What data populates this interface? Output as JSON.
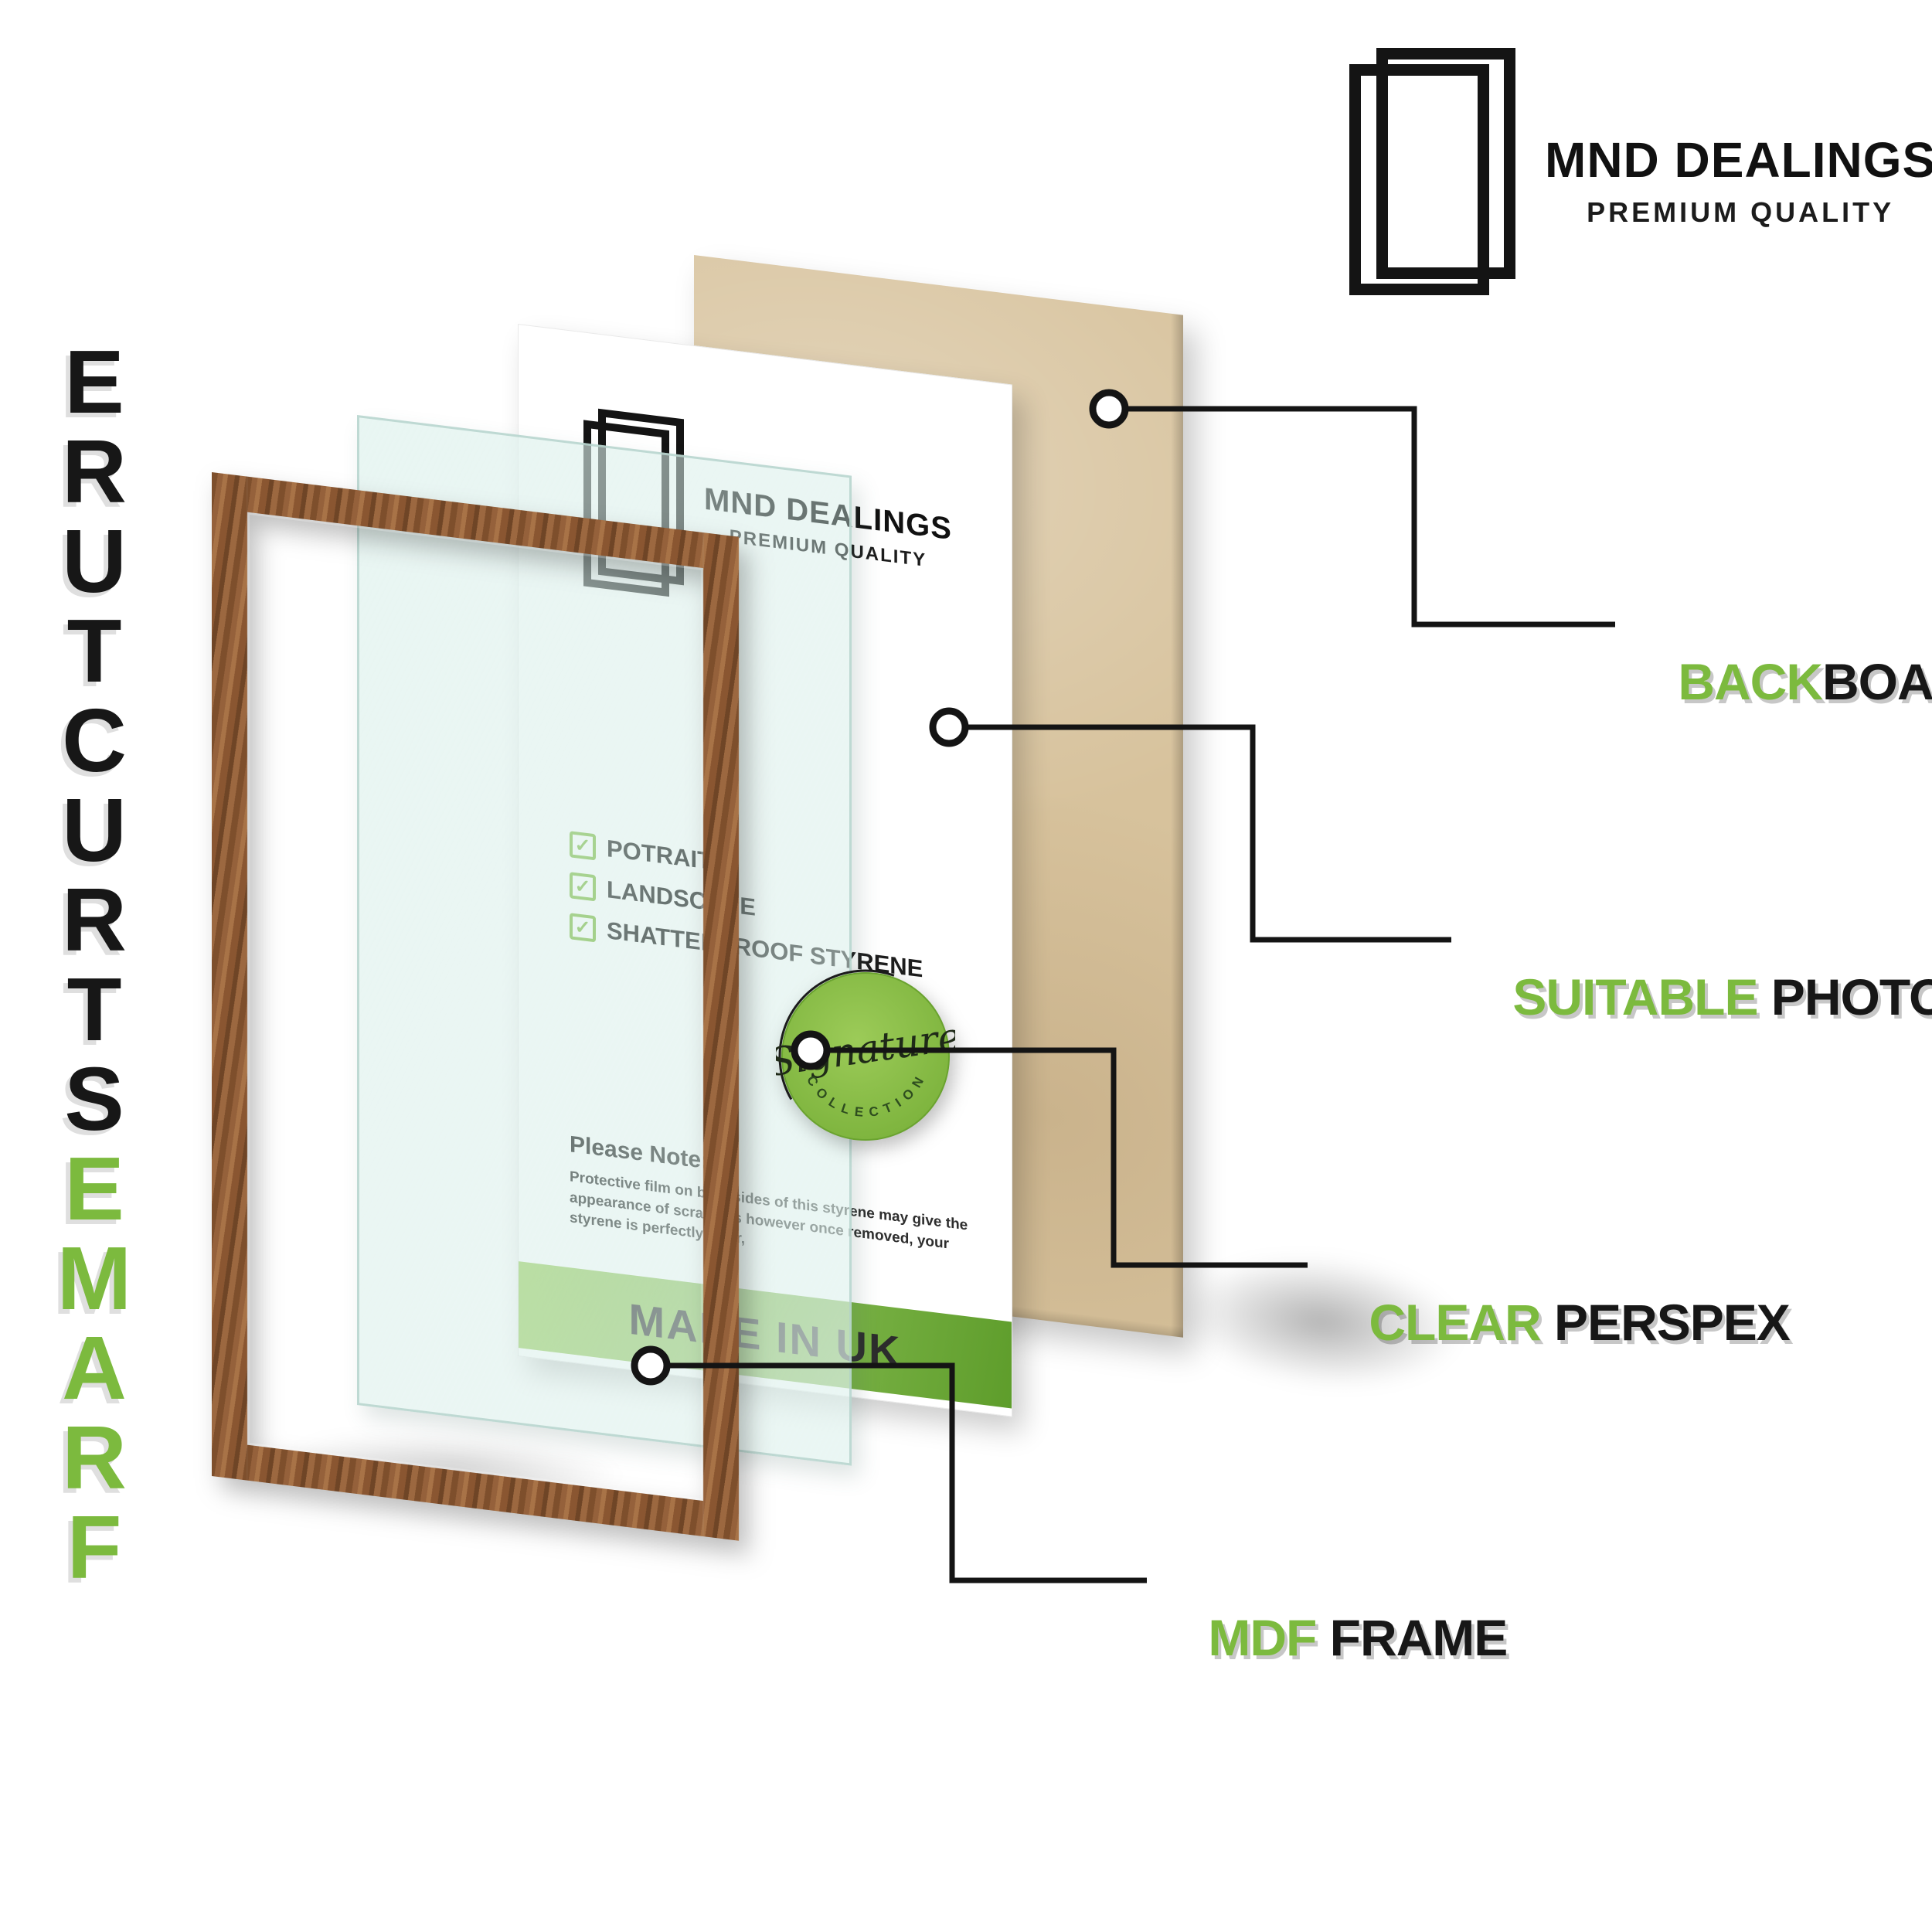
{
  "brand": {
    "name": "MND DEALINGS",
    "tagline": "PREMIUM QUALITY"
  },
  "side_title": {
    "green_word": "FRAME",
    "black_word": "STRUCTURE"
  },
  "photo_insert": {
    "brand_name": "MND DEALINGS",
    "brand_tagline": "PREMIUM QUALITY",
    "checklist": [
      "POTRAIT",
      "LANDSCAPE",
      "SHATTERPROOF STYRENE"
    ],
    "note_title": "Please Note:",
    "note_body": "Protective film on both sides of this styrene may give the appearance of scratches however once removed, your styrene is perfectly clear,",
    "banner_text": "MADE IN UK"
  },
  "badge": {
    "script_text": "Signature",
    "arc_text": "C O L L E C T I O N"
  },
  "icons": {
    "checkbox_glyph": "✓"
  },
  "callouts": [
    {
      "green": "BACK",
      "black": "BOARD"
    },
    {
      "green": "SUITABLE",
      "black": " PHOTO"
    },
    {
      "green": "CLEAR",
      "black": " PERSPEX"
    },
    {
      "green": "MDF",
      "black": " FRAME"
    }
  ],
  "colors": {
    "accent_green": "#7CBA3E",
    "wood_brown": "#8F5D37",
    "backboard_tan": "#D7C29C",
    "banner_light": "#A9D572",
    "banner_dark": "#5E9D2B"
  }
}
